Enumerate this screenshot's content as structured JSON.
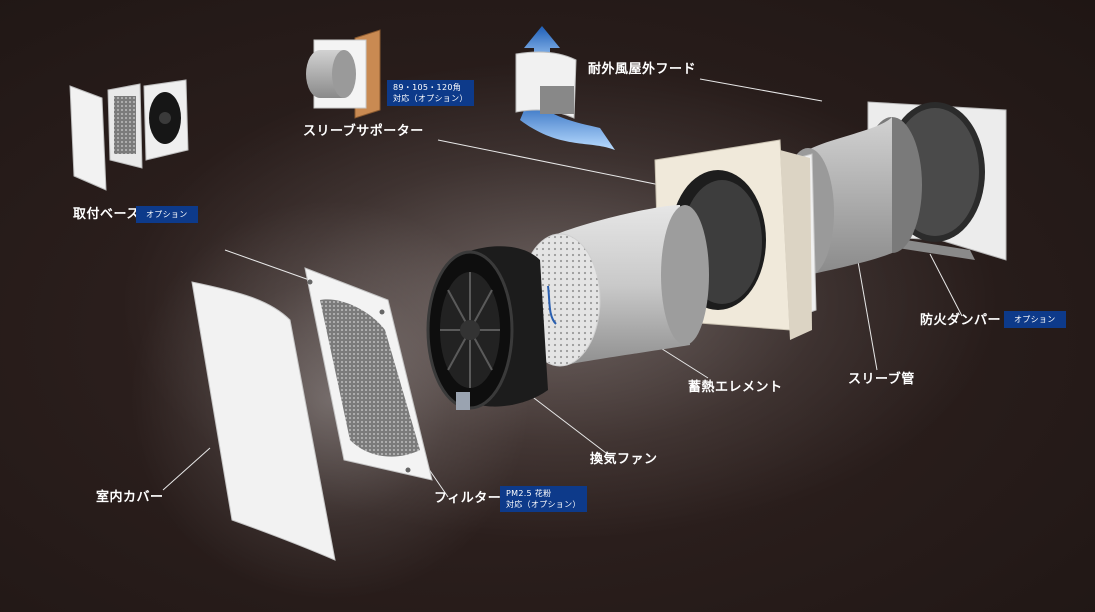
{
  "labels": {
    "hood": "耐外風屋外フード",
    "sleeve_supporter": "スリーブサポーター",
    "mount_base": "取付ベース",
    "fire_damper": "防火ダンパー",
    "sleeve_pipe": "スリーブ管",
    "heat_element": "蓄熱エレメント",
    "fan": "換気ファン",
    "filter": "フィルター",
    "indoor_cover": "室内カバー"
  },
  "badges": {
    "sleeve_sizes_line1": "89・105・120角",
    "sleeve_sizes_line2": "対応（オプション）",
    "mount_option": "オプション",
    "damper_option": "オプション",
    "filter_line1": "PM2.5 花粉",
    "filter_line2": "対応（オプション）"
  },
  "colors": {
    "background": "#2a1e1c",
    "badge": "#0d3a8a",
    "text": "#ffffff",
    "arrow": "#2f7fd0"
  }
}
